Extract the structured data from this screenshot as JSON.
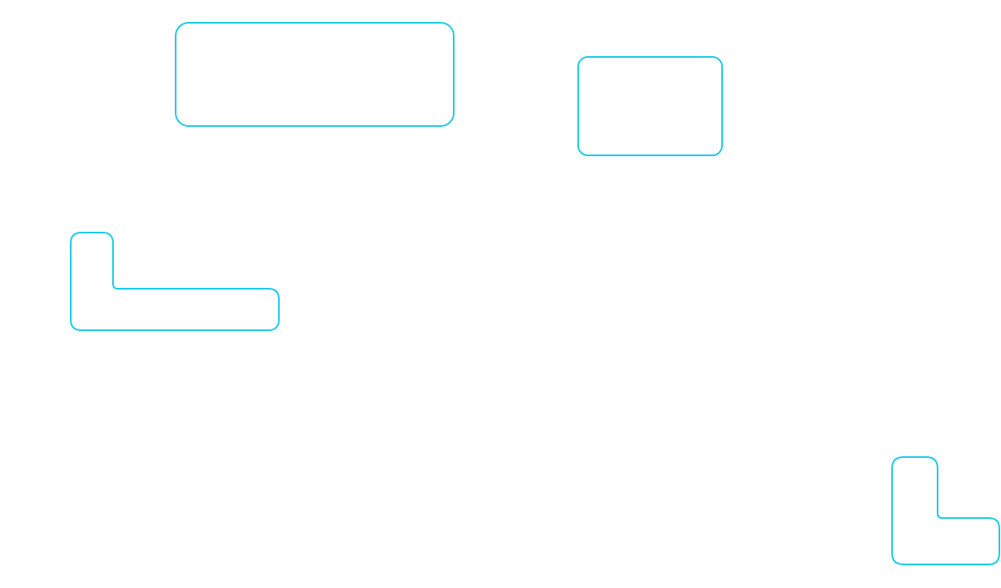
{
  "colors": {
    "background": "#ffffff",
    "outline": "#1ccbea"
  },
  "shapes": [
    {
      "name": "rectangle-outline-wide",
      "kind": "rounded-rectangle"
    },
    {
      "name": "rectangle-outline-small",
      "kind": "rounded-rectangle"
    },
    {
      "name": "l-shape-outline-left",
      "kind": "l-shape"
    },
    {
      "name": "l-shape-outline-bottom-right",
      "kind": "l-shape"
    }
  ]
}
